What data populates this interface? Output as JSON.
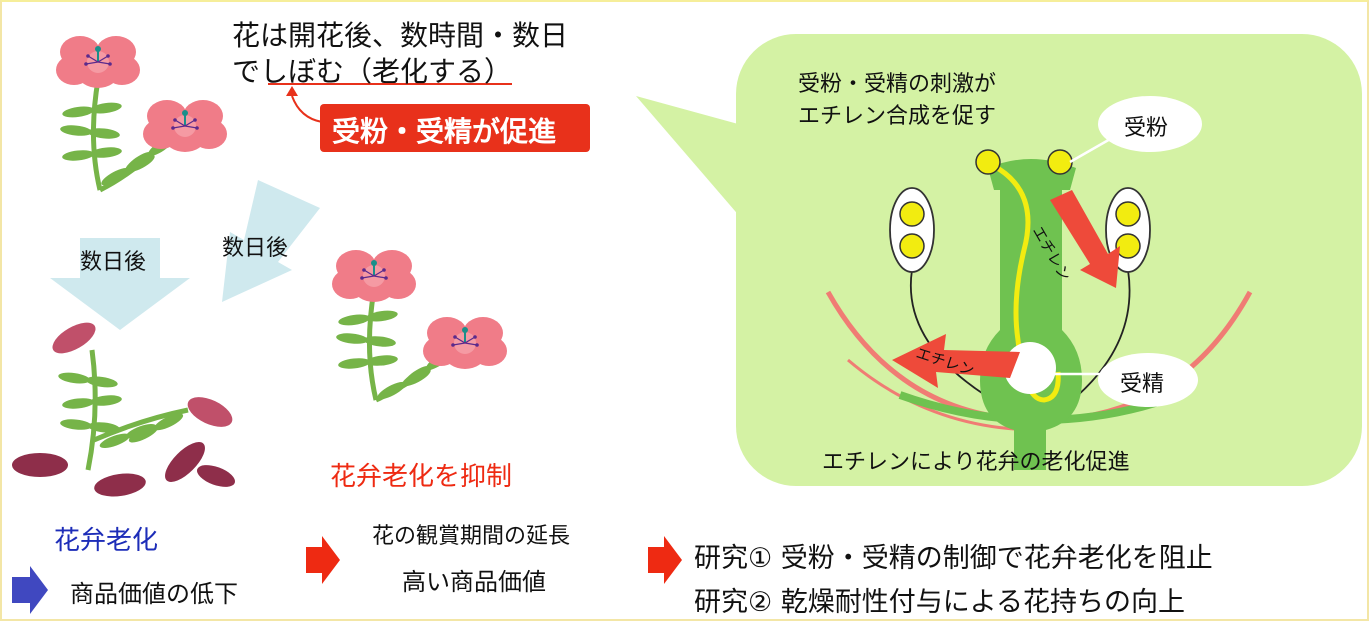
{
  "top_caption": {
    "line1": "花は開花後、数時間・数日",
    "line2": "でしぼむ（老化する）"
  },
  "promote_badge": "受粉・受精が促進",
  "arrow_label_down": "数日後",
  "arrow_label_diag": "数日後",
  "label_senescence": "花弁老化",
  "label_suppressed": "花弁老化を抑制",
  "bottom": {
    "value_drop": "商品価値の低下",
    "extend_line1": "花の観賞期間の延長",
    "extend_line2": "高い商品価値",
    "research1": "研究① 受粉・受精の制御で花弁老化を阻止",
    "research2": "研究② 乾燥耐性付与による花持ちの向上"
  },
  "callout": {
    "heading_line1": "受粉・受精の刺激が",
    "heading_line2": "エチレン合成を促す",
    "bubble_pollination": "受粉",
    "bubble_fertilization": "受精",
    "ethylene_label_1": "エチレン",
    "ethylene_label_2": "エチレン",
    "footer": "エチレンにより花弁の老化促進"
  },
  "colors": {
    "callout_bg": "#d4f2a4",
    "badge_red": "#e8311b",
    "suppress_red": "#ee2a12",
    "senescence_blue": "#1d2db8",
    "arrow_blue": "#4048c0",
    "plant_green": "#76b448",
    "pistil_green": "#6fc250",
    "petal_pink": "#f07c88",
    "pollen_yellow": "#f2ec10"
  }
}
